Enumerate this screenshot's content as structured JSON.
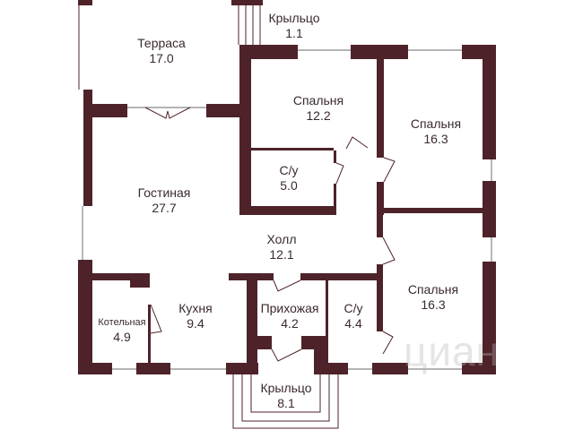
{
  "plan": {
    "wall_color": "#4d2329",
    "rooms": [
      {
        "id": "terrace",
        "name": "Терраса",
        "area": "17.0"
      },
      {
        "id": "porch-top",
        "name": "Крыльцо",
        "area": "1.1"
      },
      {
        "id": "bedroom-1",
        "name": "Спальня",
        "area": "12.2"
      },
      {
        "id": "bedroom-2",
        "name": "Спальня",
        "area": "16.3"
      },
      {
        "id": "bathroom-1",
        "name": "С/у",
        "area": "5.0"
      },
      {
        "id": "living",
        "name": "Гостиная",
        "area": "27.7"
      },
      {
        "id": "hall",
        "name": "Холл",
        "area": "12.1"
      },
      {
        "id": "bedroom-3",
        "name": "Спальня",
        "area": "16.3"
      },
      {
        "id": "boiler",
        "name": "Котельная",
        "area": "4.9"
      },
      {
        "id": "kitchen",
        "name": "Кухня",
        "area": "9.4"
      },
      {
        "id": "entry",
        "name": "Прихожая",
        "area": "4.2"
      },
      {
        "id": "bathroom-2",
        "name": "С/у",
        "area": "4.4"
      },
      {
        "id": "porch-bottom",
        "name": "Крыльцо",
        "area": "8.1"
      }
    ],
    "watermark": "циан"
  }
}
